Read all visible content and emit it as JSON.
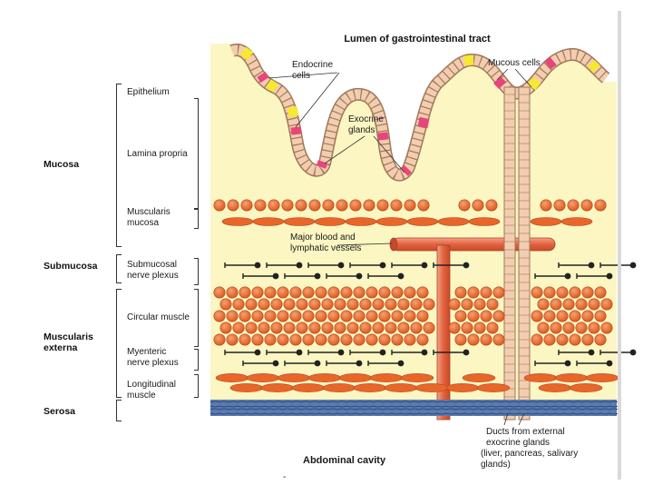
{
  "labels": {
    "lumen": "Lumen of gastrointestinal tract",
    "endocrine_l1": "Endocrine",
    "endocrine_l2": "cells",
    "mucous": "Mucous cells",
    "exocrine_l1": "Exocrine",
    "exocrine_l2": "glands",
    "vessels_l1": "Major blood and",
    "vessels_l2": "lymphatic vessels",
    "ducts_l1": "Ducts from external",
    "ducts_l2": "exocrine glands",
    "ducts_l3": "(liver, pancreas, salivary",
    "ducts_l4": "glands)",
    "abdominal": "Abdominal cavity",
    "dash": "-"
  },
  "layers": {
    "mucosa": "Mucosa",
    "submucosa": "Submucosa",
    "muscularis_l1": "Muscularis",
    "muscularis_l2": "externa",
    "serosa": "Serosa"
  },
  "sublayers": {
    "epithelium": "Epithelium",
    "lamina": "Lamina propria",
    "mm_l1": "Muscularis",
    "mm_l2": "mucosa",
    "snp_l1": "Submucosal",
    "snp_l2": "nerve plexus",
    "circular": "Circular muscle",
    "mnp_l1": "Myenteric",
    "mnp_l2": "nerve plexus",
    "long_l1": "Longitudinal",
    "long_l2": "muscle"
  },
  "colors": {
    "lamina": "#fbf6c2",
    "epithelium": "#f1c7a6",
    "endocrine": "#f7e832",
    "mucous": "#e8457a",
    "muscle": "#e8662a",
    "muscle_light": "#f08c55",
    "vessel": "#e87050",
    "serosa": "#4d6fa5",
    "nerve": "#222222"
  }
}
